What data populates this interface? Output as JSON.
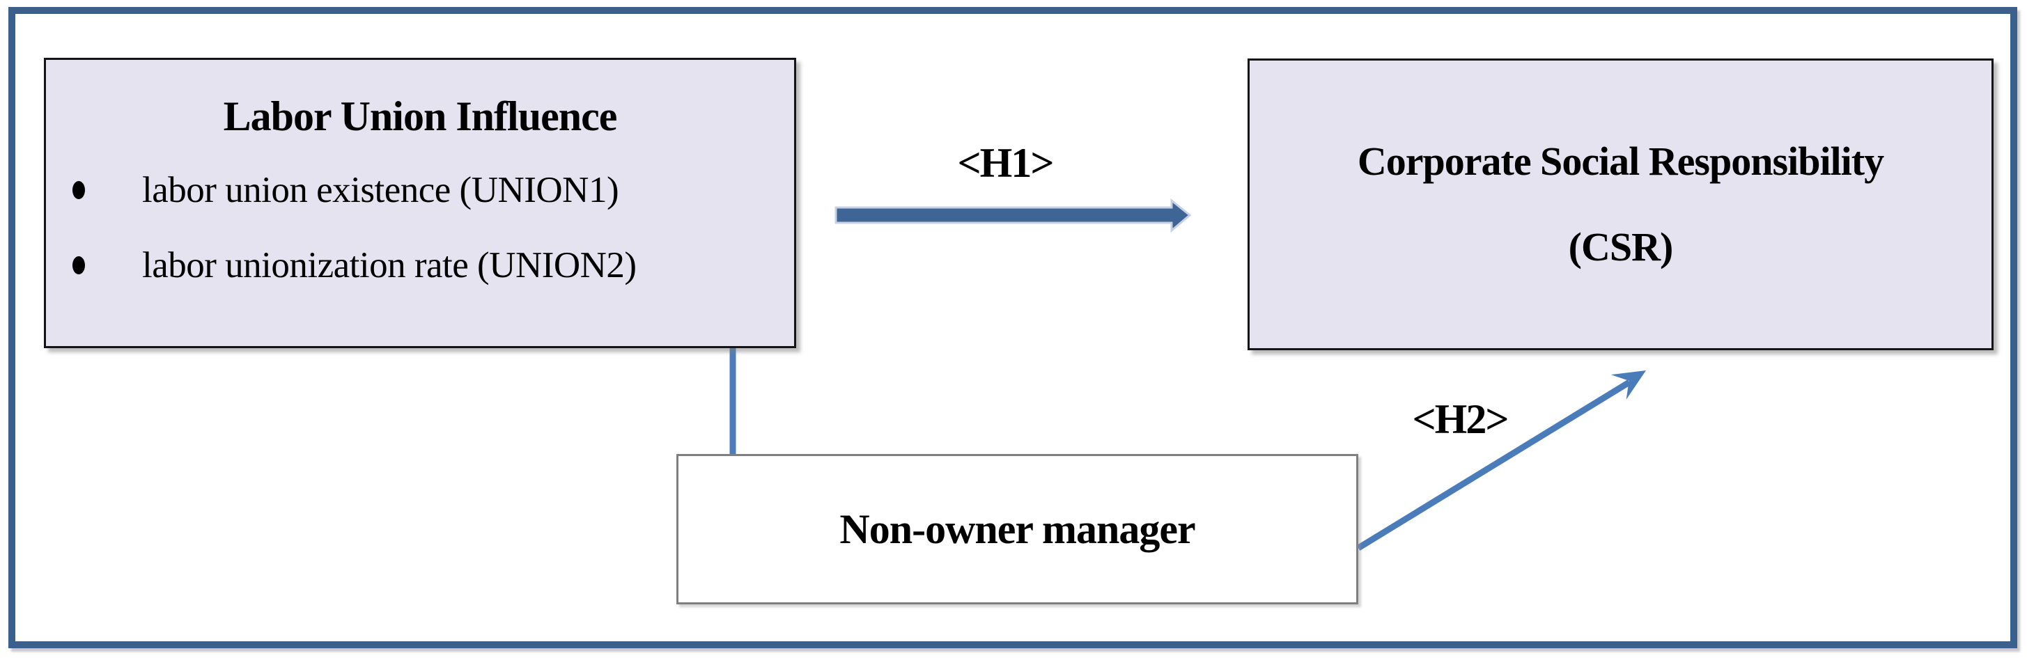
{
  "boxes": {
    "labor_union_influence": {
      "title": "Labor Union Influence",
      "bullets": [
        "labor union existence (UNION1)",
        "labor unionization rate (UNION2)"
      ]
    },
    "csr": {
      "title": "Corporate Social Responsibility",
      "subtitle": "(CSR)"
    },
    "non_owner_manager": {
      "title": "Non-owner manager"
    }
  },
  "arrows": {
    "h1": {
      "label": "<H1>",
      "from": "labor_union_influence",
      "to": "csr"
    },
    "h2": {
      "label": "<H2>",
      "from": "non_owner_manager",
      "to": "csr"
    }
  },
  "colors": {
    "frame": "#3A608E",
    "box_fill": "#E5E3EF",
    "box_border": "#141414",
    "moderator_border": "#7F7F7F",
    "h1_arrow": "#3E6595",
    "h1_halo": "#C7D1E3",
    "h2_arrow": "#4A7CBA",
    "connector": "#4C7DBA"
  }
}
